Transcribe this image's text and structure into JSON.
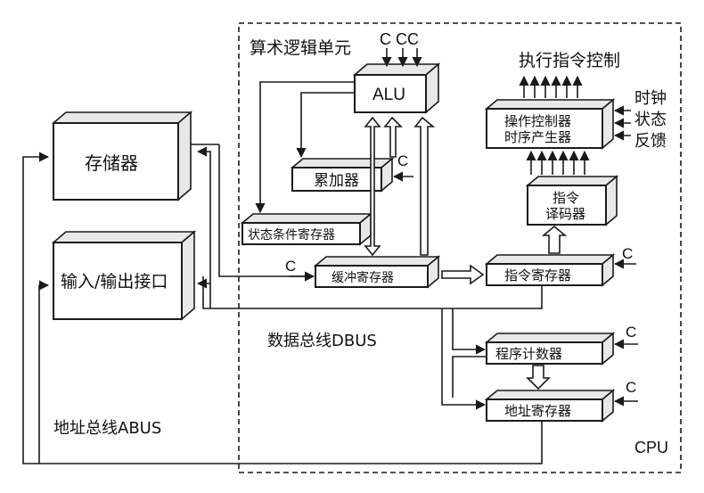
{
  "labels": {
    "alu_unit": "算术逻辑单元",
    "alu": "ALU",
    "cc_top": "C CC",
    "exec_control": "执行指令控制",
    "op_controller_l1": "操作控制器",
    "op_controller_l2": "时序产生器",
    "clock": "时钟",
    "status": "状态",
    "feedback": "反馈",
    "memory": "存储器",
    "io_interface": "输入/输出接口",
    "accumulator": "累加器",
    "status_reg": "状态条件寄存器",
    "instr_decoder_l1": "指令",
    "instr_decoder_l2": "译码器",
    "buffer_reg": "缓冲寄存器",
    "instr_reg": "指令寄存器",
    "program_counter": "程序计数器",
    "address_reg": "地址寄存器",
    "data_bus": "数据总线DBUS",
    "address_bus": "地址总线ABUS",
    "cpu": "CPU",
    "c": "C"
  }
}
